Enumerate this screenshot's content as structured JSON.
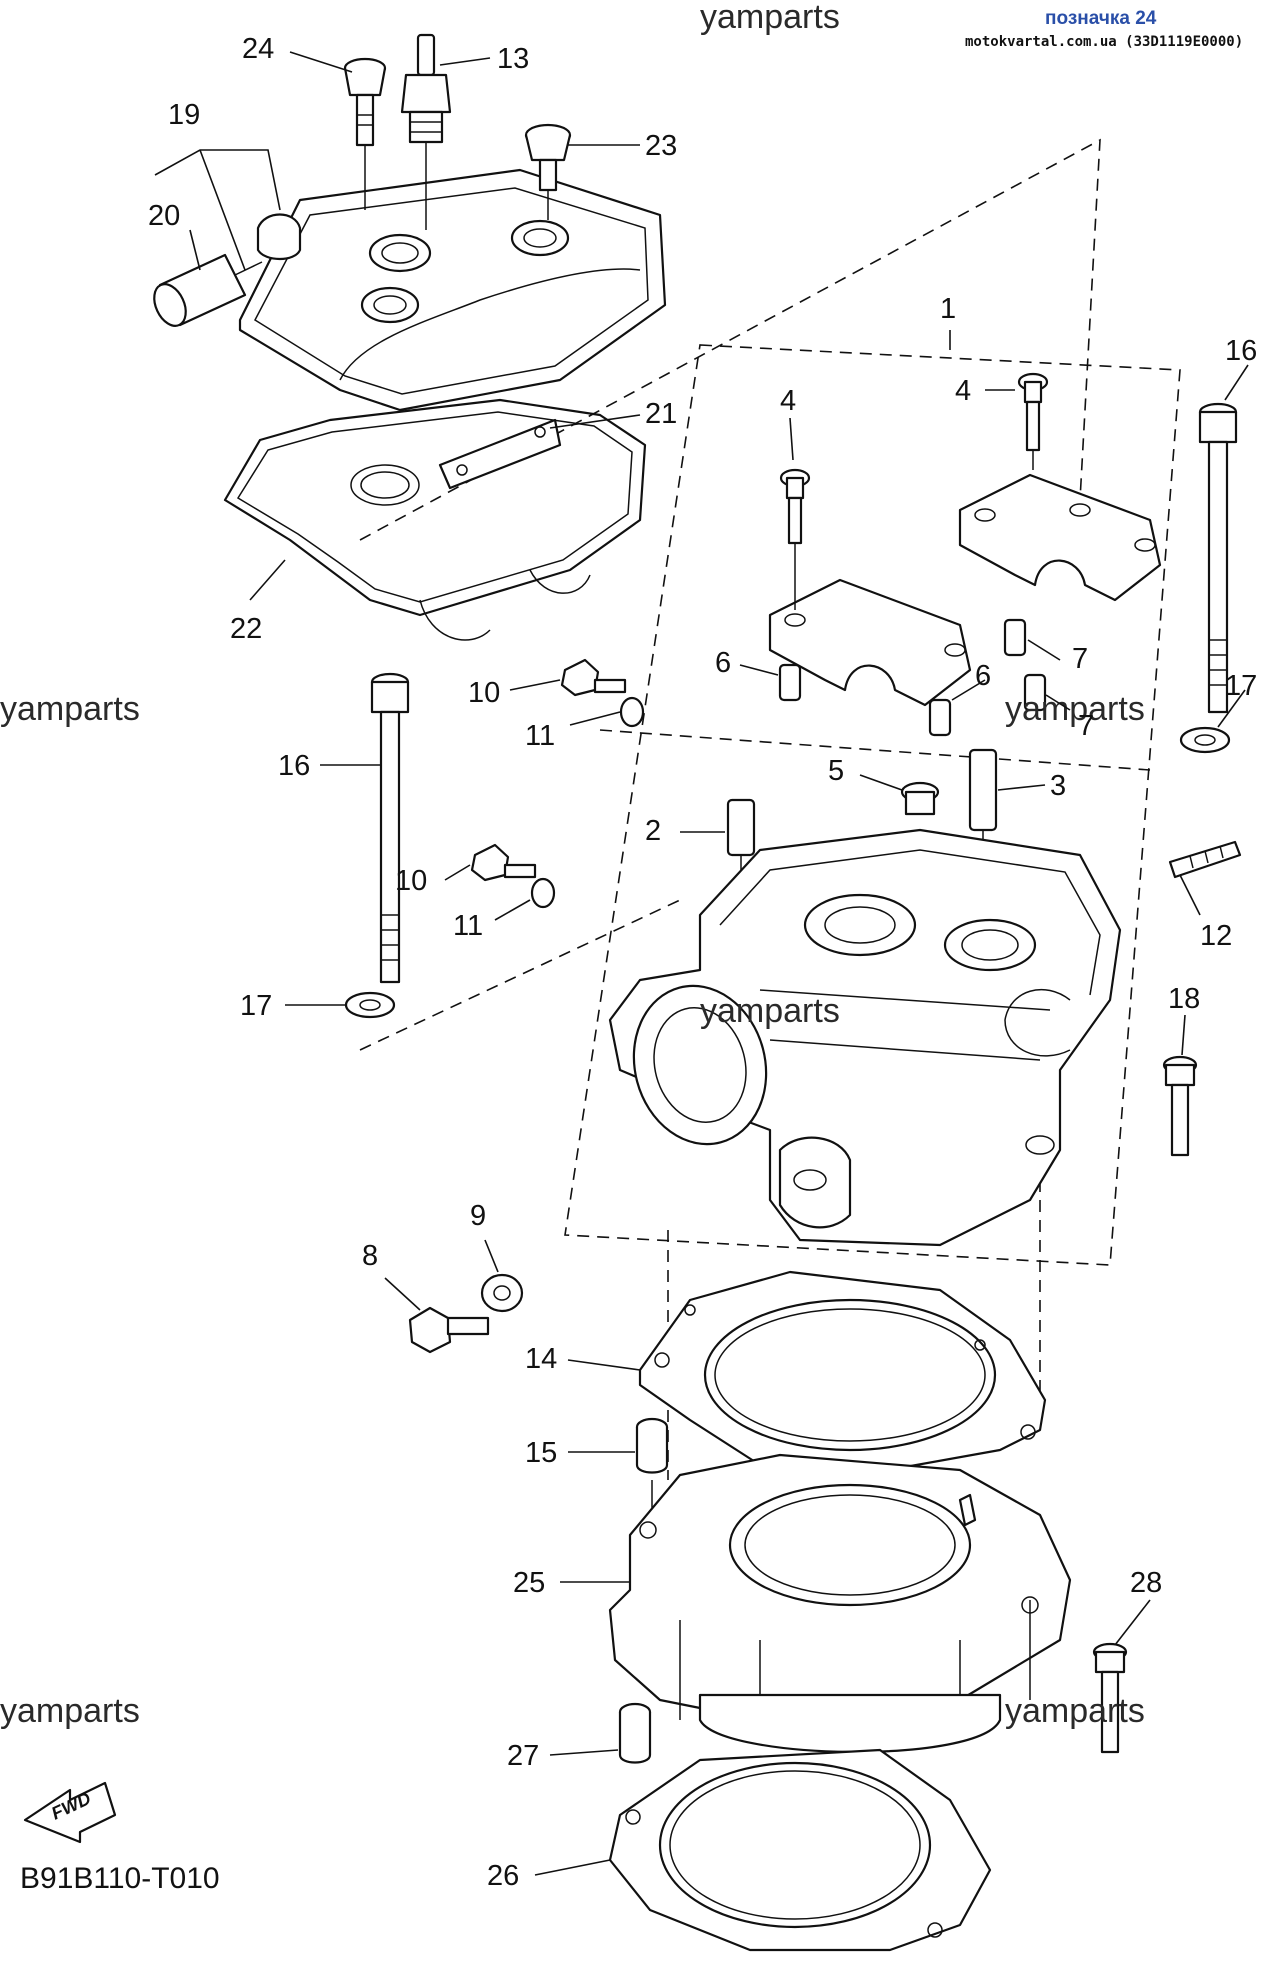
{
  "header": {
    "watermark_top": "yamparts",
    "label": "позначка 24",
    "site": "motokvartal.com.ua (33D1119E0000)"
  },
  "watermarks": [
    "yamparts",
    "yamparts",
    "yamparts",
    "yamparts",
    "yamparts"
  ],
  "callouts": {
    "p1": "1",
    "p2": "2",
    "p3": "3",
    "p4a": "4",
    "p4b": "4",
    "p5": "5",
    "p6a": "6",
    "p6b": "6",
    "p7a": "7",
    "p7b": "7",
    "p8": "8",
    "p9": "9",
    "p10a": "10",
    "p10b": "10",
    "p11a": "11",
    "p11b": "11",
    "p12": "12",
    "p13": "13",
    "p14": "14",
    "p15": "15",
    "p16a": "16",
    "p16b": "16",
    "p17a": "17",
    "p17b": "17",
    "p18": "18",
    "p19": "19",
    "p20": "20",
    "p21": "21",
    "p22": "22",
    "p23": "23",
    "p24": "24",
    "p25": "25",
    "p26": "26",
    "p27": "27",
    "p28": "28"
  },
  "fwd_label": "FWD",
  "diagram_code": "B91B110-T010"
}
